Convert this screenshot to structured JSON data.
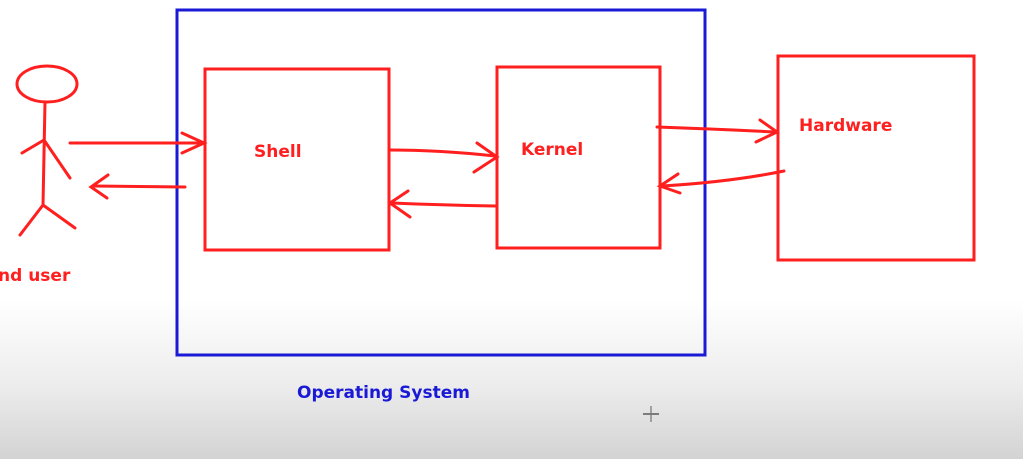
{
  "diagram": {
    "colors": {
      "red": "#ff1f1f",
      "blue": "#1a1ad6"
    },
    "labels": {
      "end_user": "nd user",
      "shell": "Shell",
      "kernel": "Kernel",
      "hardware": "Hardware",
      "operating_system": "Operating System"
    },
    "icons": {
      "user": "stick-figure-icon",
      "cursor": "crosshair-cursor-icon"
    }
  }
}
